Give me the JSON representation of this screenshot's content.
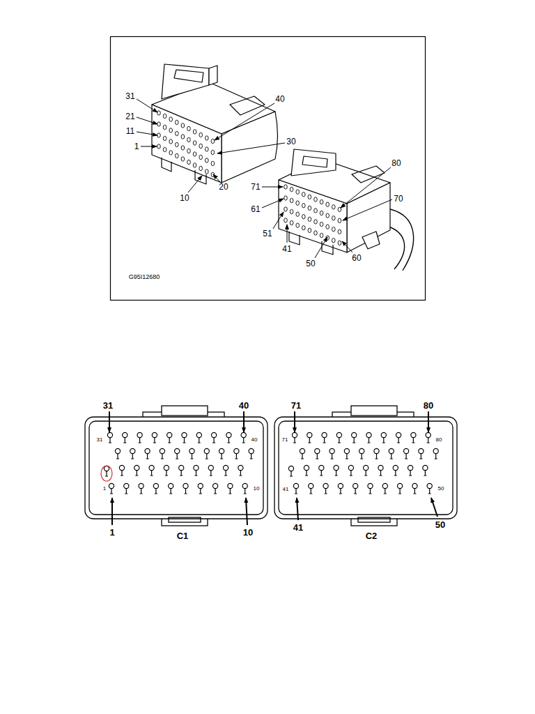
{
  "diagram": {
    "labels": [
      "31",
      "21",
      "11",
      "1",
      "40",
      "30",
      "10",
      "20",
      "71",
      "61",
      "51",
      "41",
      "80",
      "70",
      "50",
      "60",
      "G95I12680",
      "31",
      "40",
      "71",
      "80",
      "31",
      "40",
      "71",
      "80",
      "1",
      "10",
      "41",
      "50",
      "1",
      "10",
      "C1",
      "41",
      "50",
      "C2"
    ]
  }
}
